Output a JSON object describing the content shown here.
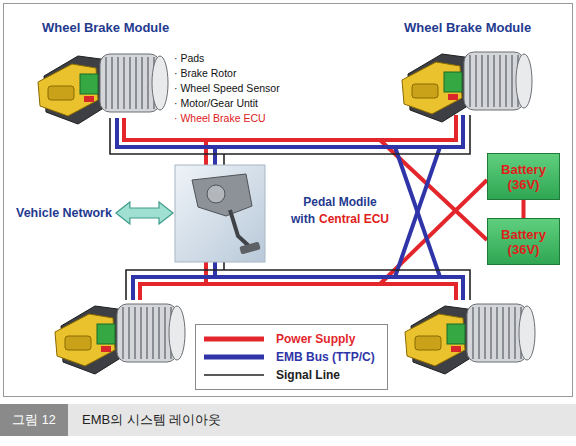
{
  "diagram": {
    "caption": "EMB의 시스템 레이아웃",
    "nodes": [
      {
        "text": [
          "Wheel Brake Module"
        ]
      },
      {
        "text": [
          "Wheel Brake Module"
        ]
      },
      {
        "text": [
          "Vehicle Network"
        ]
      },
      {
        "text": [
          "Pedal Modile",
          "with",
          "Central ECU"
        ]
      },
      {
        "text": [
          "Battery (36V)"
        ]
      },
      {
        "text": [
          "Battery (36V)"
        ]
      }
    ],
    "edges": [
      {
        "from": 2,
        "to": 3,
        "arrow": "both"
      },
      {
        "from": 4,
        "to": 5,
        "arrow": "none"
      }
    ],
    "labels": [
      "· Pads",
      "· Brake Rotor",
      "· Wheel Speed Sensor",
      "· Motor/Gear Untit",
      "· Wheel Brake ECU",
      "그림 12"
    ],
    "legend": [
      {
        "text": "Power Supply"
      },
      {
        "text": "EMB Bus (TTP/C)"
      },
      {
        "text": "Signal Line"
      }
    ]
  }
}
